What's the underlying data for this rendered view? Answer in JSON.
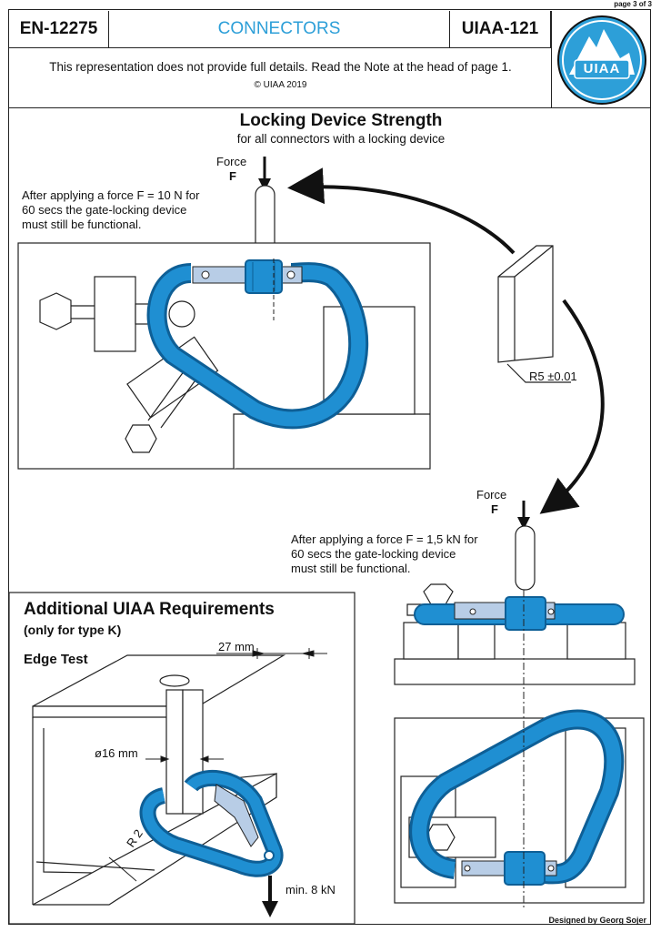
{
  "header": {
    "page_label": "page 3 of 3",
    "standard_left": "EN-12275",
    "title": "CONNECTORS",
    "standard_right": "UIAA-121",
    "logo_text": "UIAA"
  },
  "notice": {
    "text": "This representation does not provide full details. Read the Note at the head of page 1.",
    "copyright": "© UIAA 2019"
  },
  "locking": {
    "title": "Locking Device Strength",
    "subtitle": "for all connectors with a locking device",
    "force_word": "Force",
    "force_symbol": "F",
    "note_top": [
      "After applying a force F = 10 N for",
      "60 secs the gate-locking device",
      "must still be functional."
    ],
    "note_bottom": [
      "After applying a force F = 1,5 kN for",
      "60 secs the gate-locking device",
      "must still be functional."
    ],
    "radius": "R5 ±0.01"
  },
  "additional": {
    "title": "Additional UIAA Requirements",
    "subtitle": "(only for type K)",
    "edge_test": "Edge Test",
    "dim_width": "27 mm",
    "dim_diameter": "ø16 mm",
    "radius": "R 2",
    "force": "min. 8 kN"
  },
  "footer": {
    "credit": "Designed by Georg Sojer"
  },
  "colors": {
    "accent": "#2d9fd8",
    "carabiner": "#1f8fd2",
    "carabiner_dark": "#0e5f96",
    "gate": "#b8cde6"
  }
}
